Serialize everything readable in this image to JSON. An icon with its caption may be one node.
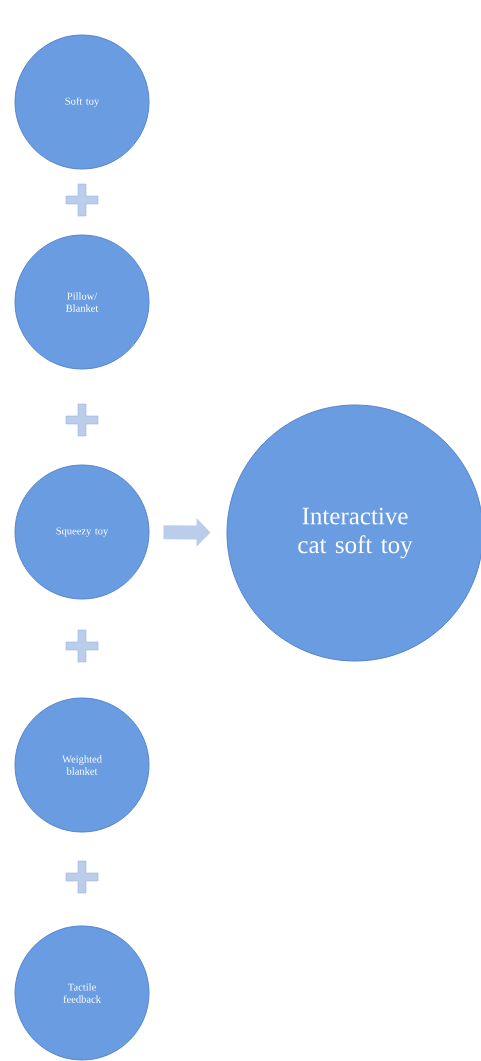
{
  "diagram": {
    "nodes": [
      {
        "text": [
          "Soft toy"
        ]
      },
      {
        "text": [
          "Pillow/ Blanket"
        ]
      },
      {
        "text": [
          "Squeezy toy"
        ]
      },
      {
        "text": [
          "Weighted blanket"
        ]
      },
      {
        "text": [
          "Tactile feedback"
        ]
      },
      {
        "text": [
          "Interactive cat soft toy"
        ]
      }
    ],
    "edges": [
      {
        "from": 2,
        "to": 5,
        "arrow": "to"
      }
    ]
  }
}
